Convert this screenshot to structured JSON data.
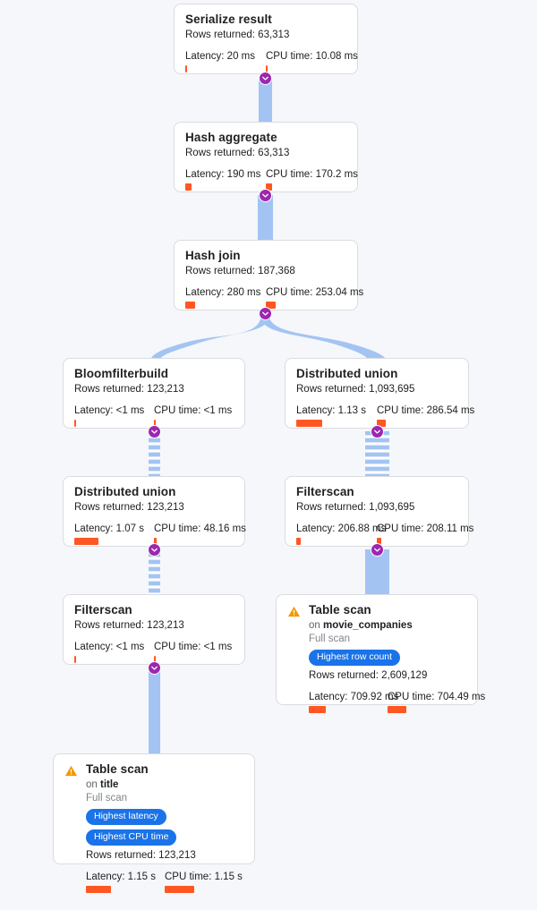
{
  "diagram": {
    "type": "query-execution-plan",
    "background_color": "#f5f7fa",
    "accent_edge_color": "#a3c4f3",
    "badge_color": "#1a73e8",
    "bar_color": "#ff5722",
    "toggle_color": "#9c27b0",
    "labels": {
      "rows_prefix": "Rows returned:",
      "latency_prefix": "Latency:",
      "cpu_prefix": "CPU time:",
      "on_prefix": "on",
      "toggle_icon": "chevron-down-icon",
      "warning_icon": "warning-triangle-icon"
    },
    "nodes": [
      {
        "id": "serialize-result",
        "title": "Serialize result",
        "rows_returned": "Rows returned: 63,313",
        "latency": "Latency: 20 ms",
        "cpu_time": "CPU time: 10.08 ms",
        "latency_bar_pct": 2,
        "cpu_bar_pct": 2,
        "has_warning": false,
        "badges": []
      },
      {
        "id": "hash-aggregate",
        "title": "Hash aggregate",
        "rows_returned": "Rows returned: 63,313",
        "latency": "Latency: 190 ms",
        "cpu_time": "CPU time: 170.2 ms",
        "latency_bar_pct": 8,
        "cpu_bar_pct": 8,
        "has_warning": false,
        "badges": []
      },
      {
        "id": "hash-join",
        "title": "Hash join",
        "rows_returned": "Rows returned: 187,368",
        "latency": "Latency: 280 ms",
        "cpu_time": "CPU time: 253.04 ms",
        "latency_bar_pct": 12,
        "cpu_bar_pct": 12,
        "has_warning": false,
        "badges": []
      },
      {
        "id": "bloomfilterbuild",
        "title": "Bloomfilterbuild",
        "rows_returned": "Rows returned: 123,213",
        "latency": "Latency: <1 ms",
        "cpu_time": "CPU time: <1 ms",
        "latency_bar_pct": 2,
        "cpu_bar_pct": 2,
        "has_warning": false,
        "badges": []
      },
      {
        "id": "distributed-union-right",
        "title": "Distributed union",
        "rows_returned": "Rows returned: 1,093,695",
        "latency": "Latency: 1.13 s",
        "cpu_time": "CPU time: 286.54 ms",
        "latency_bar_pct": 32,
        "cpu_bar_pct": 11,
        "has_warning": false,
        "badges": []
      },
      {
        "id": "distributed-union-left",
        "title": "Distributed union",
        "rows_returned": "Rows returned: 123,213",
        "latency": "Latency: 1.07 s",
        "cpu_time": "CPU time: 48.16 ms",
        "latency_bar_pct": 30,
        "cpu_bar_pct": 3,
        "has_warning": false,
        "badges": []
      },
      {
        "id": "filterscan-right",
        "title": "Filterscan",
        "rows_returned": "Rows returned: 1,093,695",
        "latency": "Latency: 206.88 ms",
        "cpu_time": "CPU time: 208.11 ms",
        "latency_bar_pct": 5,
        "cpu_bar_pct": 5,
        "has_warning": false,
        "badges": []
      },
      {
        "id": "filterscan-left",
        "title": "Filterscan",
        "rows_returned": "Rows returned: 123,213",
        "latency": "Latency: <1 ms",
        "cpu_time": "CPU time: <1 ms",
        "latency_bar_pct": 2,
        "cpu_bar_pct": 2,
        "has_warning": false,
        "badges": []
      },
      {
        "id": "table-scan-movie-companies",
        "title": "Table scan",
        "on_table": "movie_companies",
        "scan_type": "Full scan",
        "rows_returned": "Rows returned: 2,609,129",
        "latency": "Latency: 709.92 ms",
        "cpu_time": "CPU time: 704.49 ms",
        "latency_bar_pct": 22,
        "cpu_bar_pct": 24,
        "has_warning": true,
        "badges": [
          "Highest row count"
        ]
      },
      {
        "id": "table-scan-title",
        "title": "Table scan",
        "on_table": "title",
        "scan_type": "Full scan",
        "rows_returned": "Rows returned: 123,213",
        "latency": "Latency: 1.15 s",
        "cpu_time": "CPU time: 1.15 s",
        "latency_bar_pct": 32,
        "cpu_bar_pct": 38,
        "has_warning": true,
        "badges": [
          "Highest latency",
          "Highest CPU time"
        ]
      }
    ]
  }
}
